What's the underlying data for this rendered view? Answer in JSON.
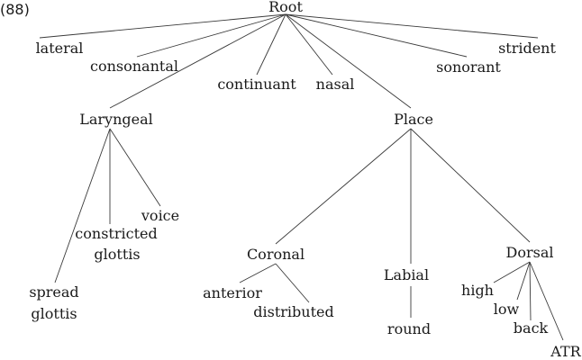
{
  "example_number": "(88)",
  "nodes": {
    "root": "Root",
    "lateral": "lateral",
    "consonantal": "consonantal",
    "continuant": "continuant",
    "nasal": "nasal",
    "sonorant": "sonorant",
    "strident": "strident",
    "laryngeal": "Laryngeal",
    "place": "Place",
    "voice": "voice",
    "constricted_1": "constricted",
    "constricted_2": "glottis",
    "spread_1": "spread",
    "spread_2": "glottis",
    "coronal": "Coronal",
    "labial": "Labial",
    "dorsal": "Dorsal",
    "anterior": "anterior",
    "distributed": "distributed",
    "round": "round",
    "high": "high",
    "low": "low",
    "back": "back",
    "atr": "ATR"
  }
}
